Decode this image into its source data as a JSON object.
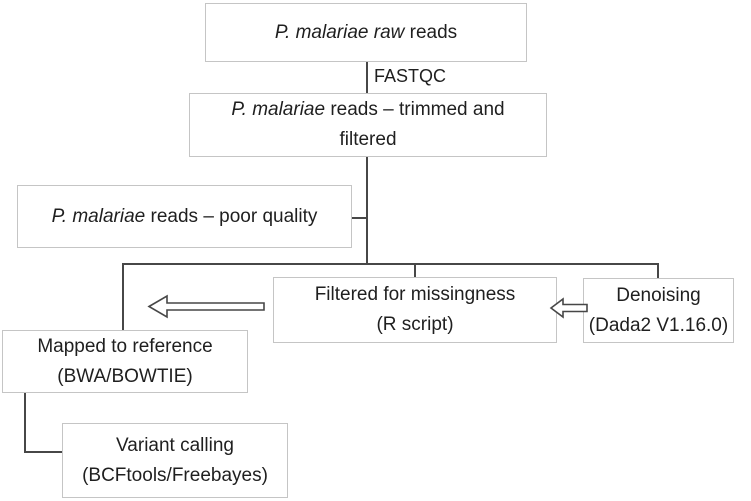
{
  "colors": {
    "background": "#ffffff",
    "box_border": "#c5c5c5",
    "line": "#474747",
    "text": "#1f1f1f"
  },
  "nodes": {
    "raw_reads": {
      "italic": "P. malariae raw",
      "rest": " reads"
    },
    "trimmed": {
      "italic": "P. malariae",
      "rest": " reads – trimmed and",
      "line2": "filtered"
    },
    "poor_quality": {
      "italic": "P. malariae",
      "rest": " reads – poor quality"
    },
    "filtered": {
      "line1": "Filtered for missingness",
      "line2": "(R script)"
    },
    "denoising": {
      "line1": "Denoising",
      "line2": "(Dada2 V1.16.0)"
    },
    "mapped": {
      "line1": "Mapped to reference",
      "line2": "(BWA/BOWTIE)"
    },
    "variant": {
      "line1": "Variant calling",
      "line2": "(BCFtools/Freebayes)"
    }
  },
  "labels": {
    "fastqc": "FASTQC"
  },
  "icons": {
    "arrow_filtered_to_mapped": "hollow-left-arrow",
    "arrow_denoising_to_filtered": "hollow-left-arrow"
  }
}
